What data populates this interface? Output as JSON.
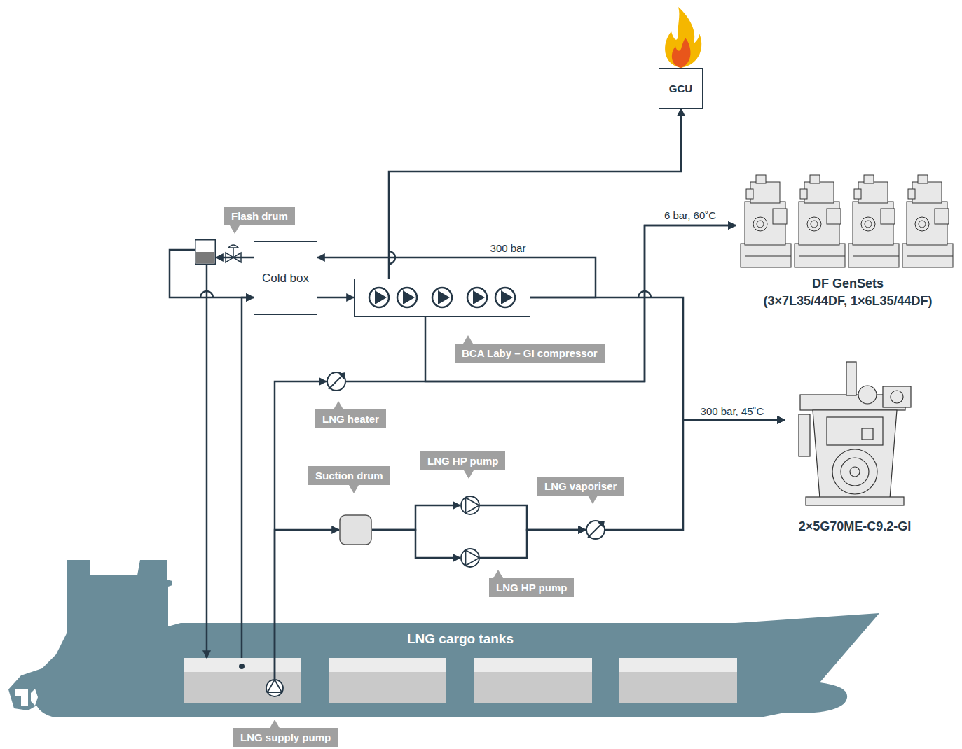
{
  "diagram": {
    "nodes": [
      {
        "text": [
          "GCU"
        ]
      },
      {
        "text": [
          "Flash drum"
        ]
      },
      {
        "text": [
          "Cold box"
        ]
      },
      {
        "text": [
          "BCA Laby – GI compressor"
        ]
      },
      {
        "text": [
          "DF GenSets",
          "(3×7L35/44DF, 1×6L35/44DF)"
        ]
      },
      {
        "text": [
          "LNG heater"
        ]
      },
      {
        "text": [
          "2×5G70ME-C9.2-GI"
        ]
      },
      {
        "text": [
          "Suction drum"
        ]
      },
      {
        "text": [
          "LNG HP pump"
        ]
      },
      {
        "text": [
          "LNG vaporiser"
        ]
      },
      {
        "text": [
          "LNG HP pump"
        ]
      },
      {
        "text": [
          "LNG cargo tanks"
        ]
      },
      {
        "text": [
          "LNG supply pump"
        ],
        "in": 11
      }
    ],
    "edges": [
      {
        "from": 3,
        "to": 0,
        "arrow": "to"
      },
      {
        "from": 3,
        "to": 2,
        "label": "300 bar",
        "arrow": "to"
      },
      {
        "from": 2,
        "to": 1,
        "arrow": "to"
      },
      {
        "from": 1,
        "to": 2,
        "arrow": "to"
      },
      {
        "from": 11,
        "to": 2,
        "arrow": "to"
      },
      {
        "from": 1,
        "to": 11,
        "arrow": "to"
      },
      {
        "from": 2,
        "to": 3,
        "arrow": "to"
      },
      {
        "from": 3,
        "to": 4,
        "label": "6 bar, 60˚C",
        "arrow": "to"
      },
      {
        "from": 5,
        "to": 4,
        "arrow": "to"
      },
      {
        "from": 3,
        "to": 6,
        "label": "300 bar, 45˚C",
        "arrow": "to"
      },
      {
        "from": 9,
        "to": 6,
        "arrow": "to"
      },
      {
        "from": 12,
        "to": 5,
        "arrow": "to"
      },
      {
        "from": 12,
        "to": 7,
        "arrow": "to"
      },
      {
        "from": 7,
        "to": 8,
        "arrow": "to"
      },
      {
        "from": 7,
        "to": 10,
        "arrow": "to"
      },
      {
        "from": 8,
        "to": 9,
        "arrow": "to"
      },
      {
        "from": 10,
        "to": 9,
        "arrow": "to"
      }
    ]
  }
}
